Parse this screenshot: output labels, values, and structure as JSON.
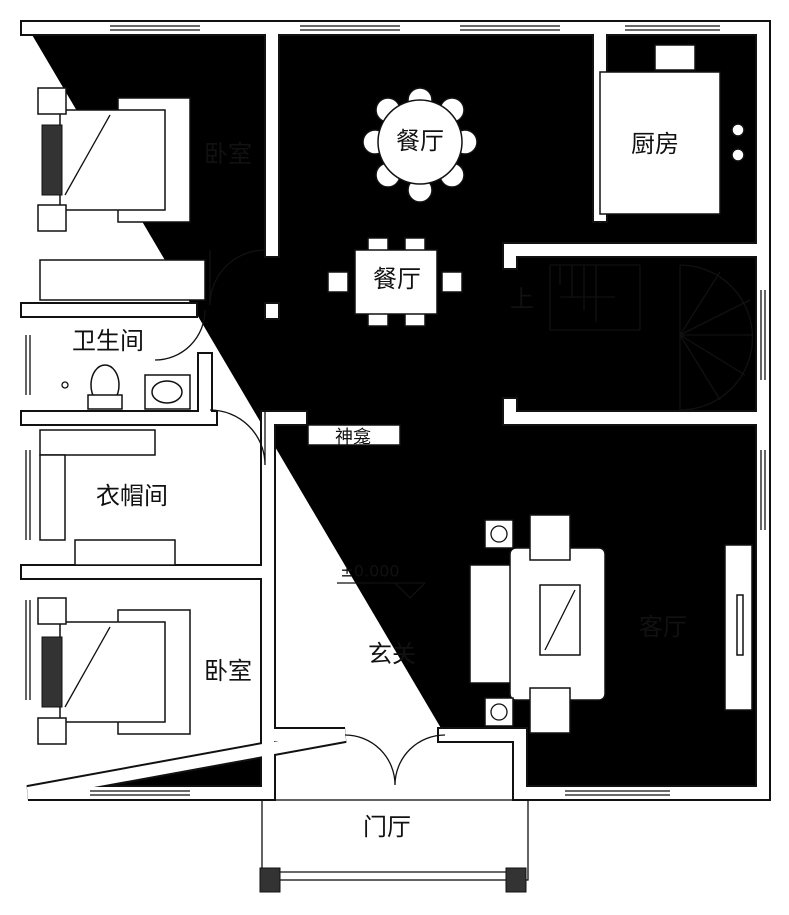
{
  "plan": {
    "rooms": {
      "bedroom_top": "卧室",
      "dining_round": "餐厅",
      "dining_rect": "餐厅",
      "kitchen": "厨房",
      "bathroom": "卫生间",
      "stair_up": "上",
      "shrine": "神龛",
      "walk_in_closet": "衣帽间",
      "elevation": "±0.000",
      "foyer": "玄关",
      "living_room": "客厅",
      "bedroom_bottom": "卧室",
      "entrance_porch": "门厅"
    }
  }
}
